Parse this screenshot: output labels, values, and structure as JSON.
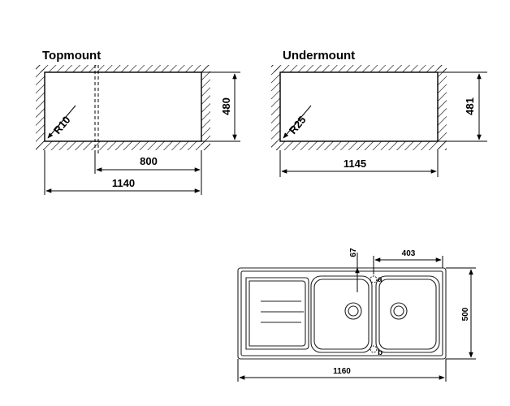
{
  "topmount": {
    "title": "Topmount",
    "radius_label": "R10",
    "height_label": "480",
    "inner_width_label": "800",
    "outer_width_label": "1140"
  },
  "undermount": {
    "title": "Undermount",
    "radius_label": "R25",
    "height_label": "481",
    "width_label": "1145"
  },
  "plan": {
    "dim_67": "67",
    "dim_403": "403",
    "dim_500": "500",
    "dim_1160": "1160",
    "label_a": "a",
    "label_b": "b"
  }
}
